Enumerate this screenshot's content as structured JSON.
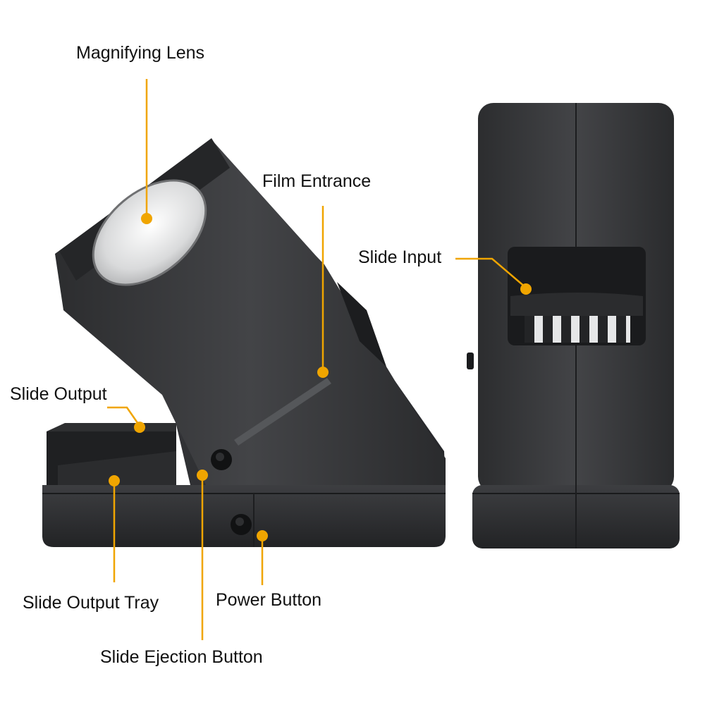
{
  "labels": {
    "magnifying_lens": "Magnifying Lens",
    "film_entrance": "Film Entrance",
    "slide_input": "Slide Input",
    "slide_output": "Slide Output",
    "slide_output_tray": "Slide Output Tray",
    "power_button": "Power Button",
    "slide_ejection_button": "Slide Ejection Button"
  },
  "colors": {
    "callout": "#f0a500",
    "device_body": "#3a3b3d",
    "device_dark": "#1d1e20",
    "text": "#111111",
    "background": "#ffffff"
  }
}
